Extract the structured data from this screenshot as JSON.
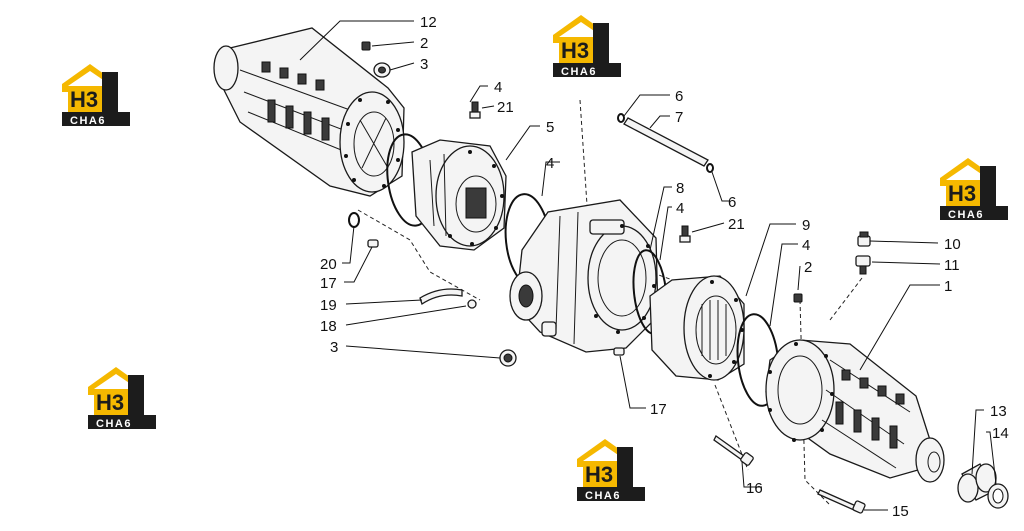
{
  "watermark": {
    "brand": "H3",
    "sub": "CHA6",
    "accent": "#f5b800",
    "dark": "#1c1c1c"
  },
  "callouts": [
    {
      "id": "c12",
      "text": "12"
    },
    {
      "id": "c2a",
      "text": "2"
    },
    {
      "id": "c3a",
      "text": "3"
    },
    {
      "id": "c4a",
      "text": "4"
    },
    {
      "id": "c21a",
      "text": "21"
    },
    {
      "id": "c5",
      "text": "5"
    },
    {
      "id": "c6a",
      "text": "6"
    },
    {
      "id": "c7",
      "text": "7"
    },
    {
      "id": "c6b",
      "text": "6"
    },
    {
      "id": "c4b",
      "text": "4"
    },
    {
      "id": "c8",
      "text": "8"
    },
    {
      "id": "c4c",
      "text": "4"
    },
    {
      "id": "c21b",
      "text": "21"
    },
    {
      "id": "c9",
      "text": "9"
    },
    {
      "id": "c4d",
      "text": "4"
    },
    {
      "id": "c2b",
      "text": "2"
    },
    {
      "id": "c10",
      "text": "10"
    },
    {
      "id": "c11",
      "text": "11"
    },
    {
      "id": "c1",
      "text": "1"
    },
    {
      "id": "c20",
      "text": "20"
    },
    {
      "id": "c17a",
      "text": "17"
    },
    {
      "id": "c19",
      "text": "19"
    },
    {
      "id": "c18",
      "text": "18"
    },
    {
      "id": "c3b",
      "text": "3"
    },
    {
      "id": "c17b",
      "text": "17"
    },
    {
      "id": "c16",
      "text": "16"
    },
    {
      "id": "c13",
      "text": "13"
    },
    {
      "id": "c14",
      "text": "14"
    },
    {
      "id": "c15",
      "text": "15"
    }
  ]
}
